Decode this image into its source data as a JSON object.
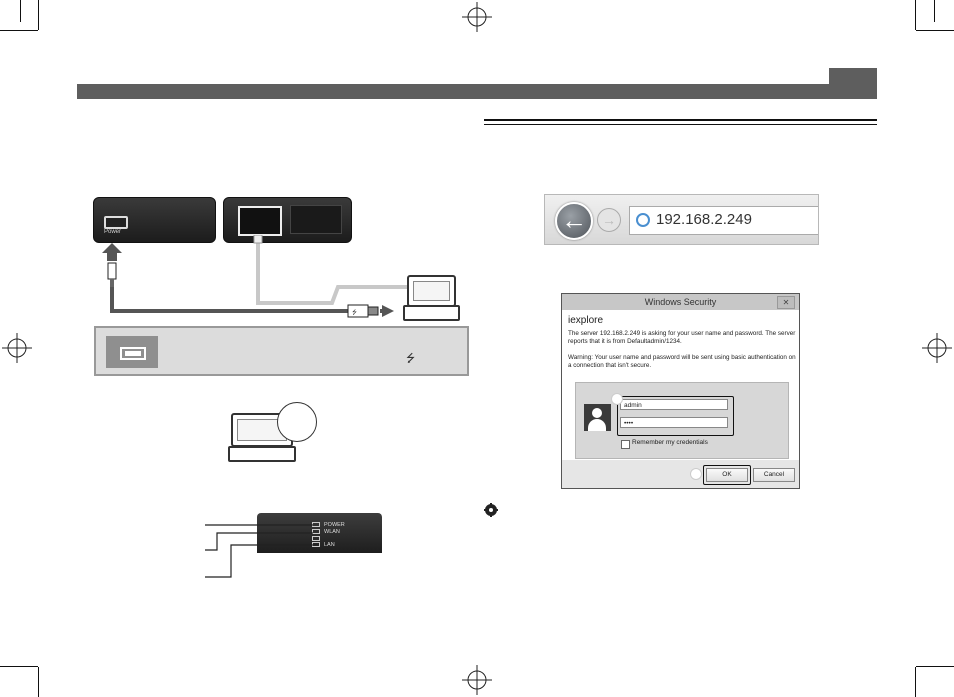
{
  "device_panel": {
    "power_label": "Power"
  },
  "usb_info_box": {
    "usb_symbol": "⭍"
  },
  "browser": {
    "address": "192.168.2.249"
  },
  "dialog": {
    "title": "Windows Security",
    "close": "✕",
    "app_name": "iexplore",
    "message_1": "The server 192.168.2.249 is asking for your user name and password. The server reports that it is from Defaultadmin/1234.",
    "message_2": "Warning: Your user name and password will be sent using basic authentication on a connection that isn't secure.",
    "username_value": "admin",
    "password_value": "••••",
    "remember_label": "Remember my credentials",
    "ok_label": "OK",
    "cancel_label": "Cancel"
  },
  "led_panel": {
    "power": "POWER",
    "wlan": "WLAN",
    "lan": "LAN"
  },
  "icons": [
    "power-port-icon",
    "ethernet-port-icon",
    "usb-port-icon",
    "usb-symbol-icon",
    "laptop-icon",
    "back-arrow-icon",
    "forward-arrow-icon",
    "ie-globe-icon",
    "user-avatar-icon",
    "tip-gear-icon"
  ]
}
